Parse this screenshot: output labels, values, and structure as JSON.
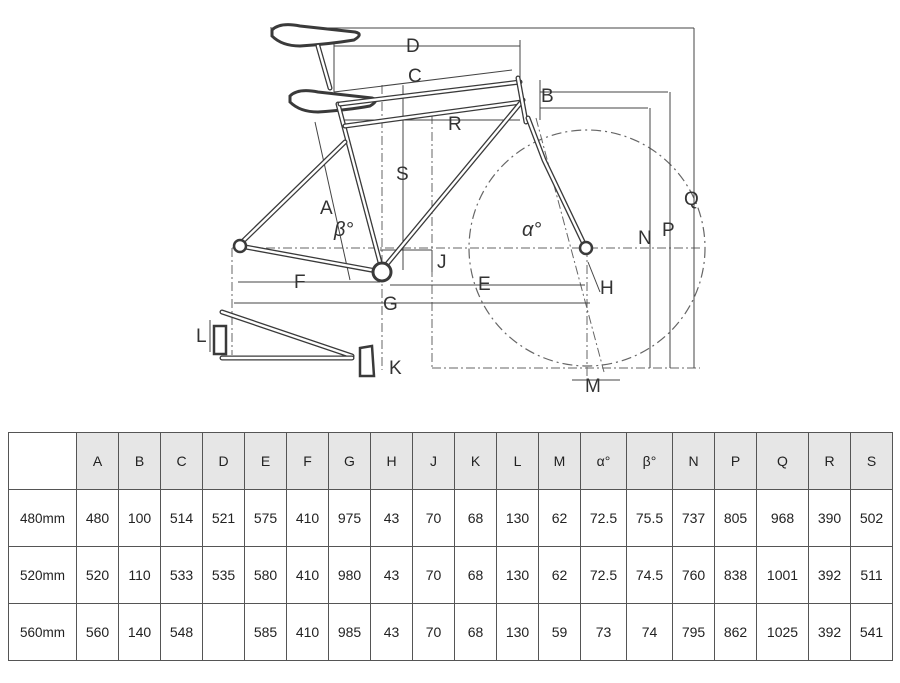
{
  "diagram": {
    "dimension_labels": [
      "D",
      "C",
      "B",
      "R",
      "S",
      "A",
      "β°",
      "α°",
      "N",
      "P",
      "Q",
      "J",
      "F",
      "E",
      "H",
      "G",
      "L",
      "K",
      "M"
    ]
  },
  "table": {
    "columns": [
      "A",
      "B",
      "C",
      "D",
      "E",
      "F",
      "G",
      "H",
      "J",
      "K",
      "L",
      "M",
      "α°",
      "β°",
      "N",
      "P",
      "Q",
      "R",
      "S"
    ],
    "rows": [
      {
        "size": "480mm",
        "values": [
          "480",
          "100",
          "514",
          "521",
          "575",
          "410",
          "975",
          "43",
          "70",
          "68",
          "130",
          "62",
          "72.5",
          "75.5",
          "737",
          "805",
          "968",
          "390",
          "502"
        ]
      },
      {
        "size": "520mm",
        "values": [
          "520",
          "110",
          "533",
          "535",
          "580",
          "410",
          "980",
          "43",
          "70",
          "68",
          "130",
          "62",
          "72.5",
          "74.5",
          "760",
          "838",
          "1001",
          "392",
          "511"
        ]
      },
      {
        "size": "560mm",
        "values": [
          "560",
          "140",
          "548",
          "",
          "585",
          "410",
          "985",
          "43",
          "70",
          "68",
          "130",
          "59",
          "73",
          "74",
          "795",
          "862",
          "1025",
          "392",
          "541"
        ]
      }
    ]
  }
}
